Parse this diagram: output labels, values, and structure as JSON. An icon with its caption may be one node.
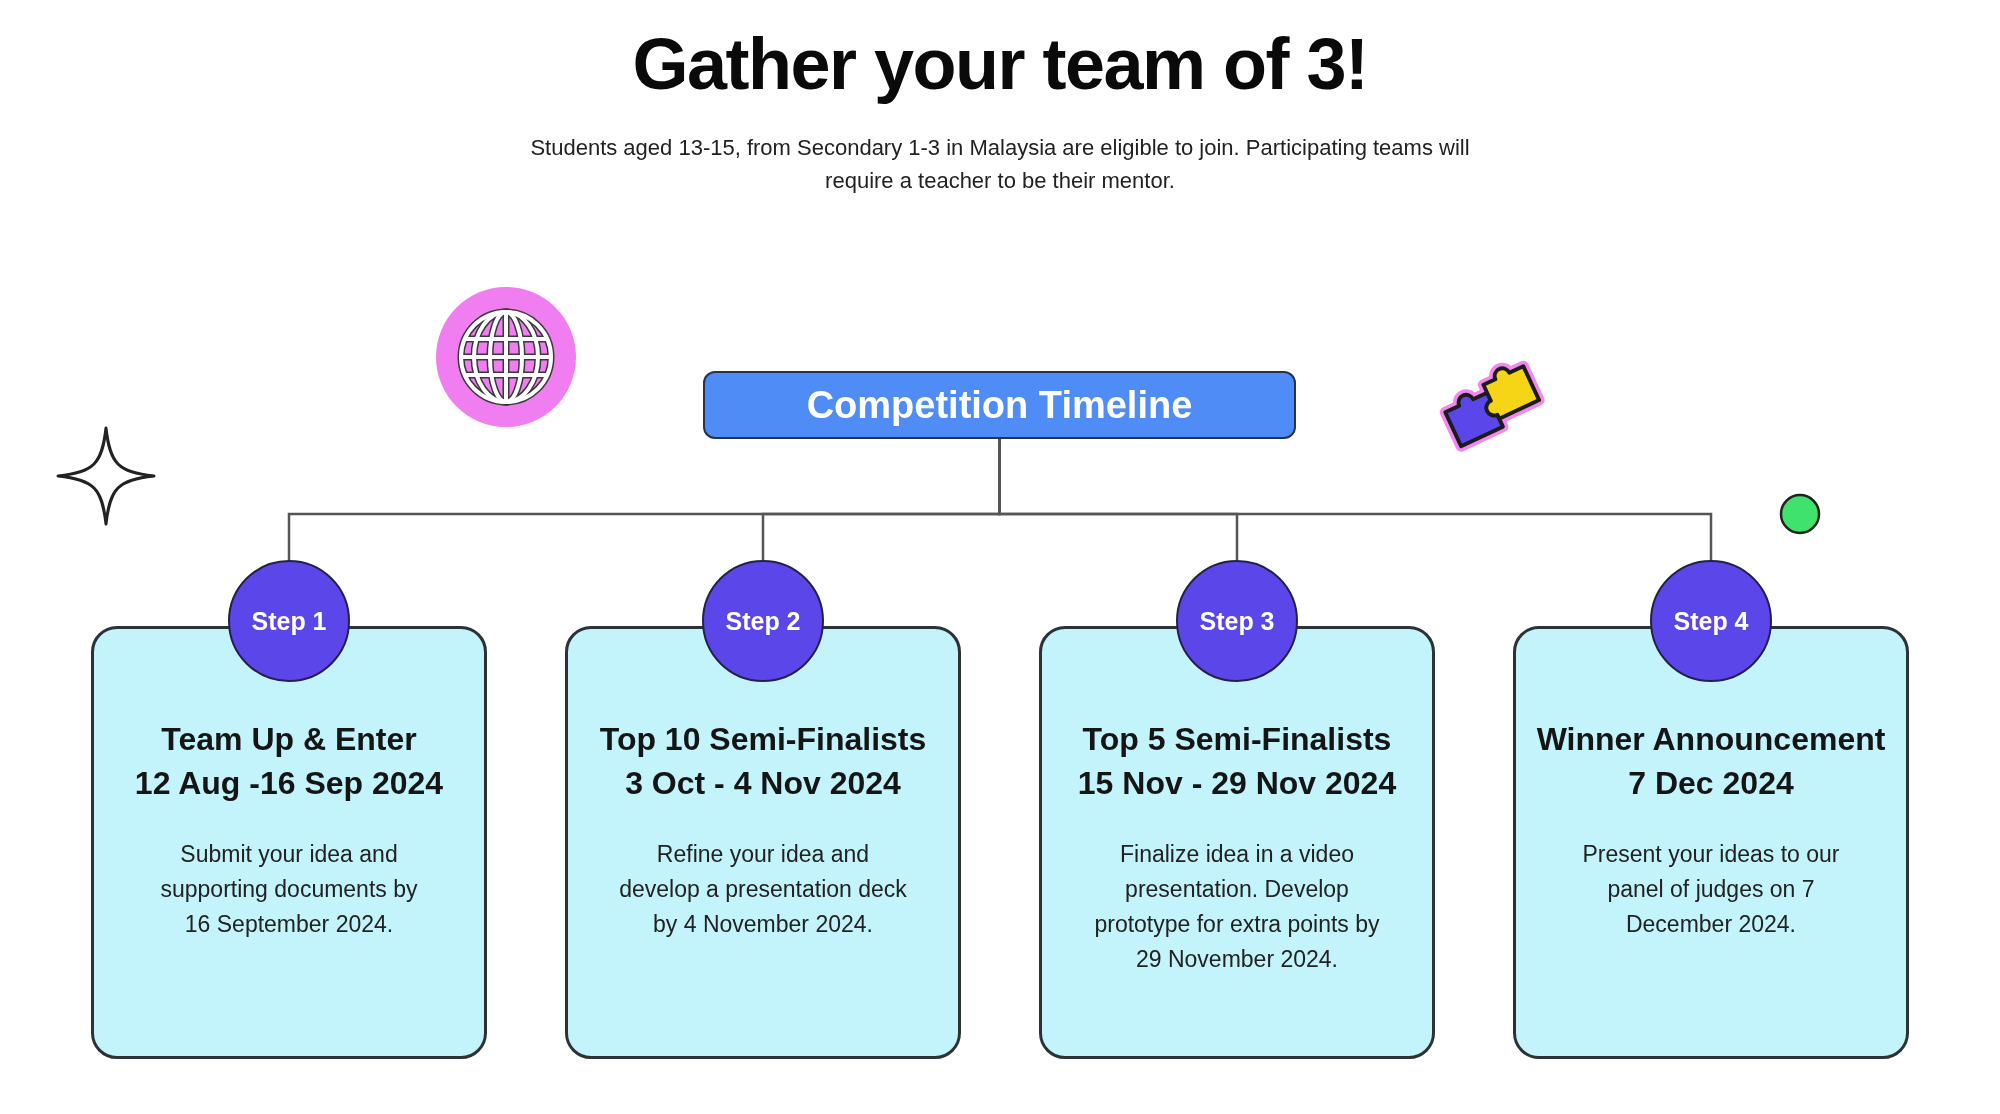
{
  "diagram": {
    "title": "Gather your team of 3!",
    "nodes": [
      {
        "text": [
          "Competition Timeline"
        ]
      },
      {
        "text": [
          "Step 1"
        ]
      },
      {
        "text": [
          "Team Up & Enter",
          "12 Aug -16 Sep 2024",
          "Submit your idea and supporting documents by 16 September 2024."
        ]
      },
      {
        "text": [
          "Step 2"
        ]
      },
      {
        "text": [
          "Top 10 Semi-Finalists",
          "3 Oct - 4 Nov 2024",
          "Refine your idea and develop a presentation deck by 4 November 2024."
        ]
      },
      {
        "text": [
          "Step 3"
        ]
      },
      {
        "text": [
          "Top 5 Semi-Finalists",
          "15 Nov - 29 Nov 2024",
          "Finalize idea in a video presentation. Develop prototype for extra points by 29 November 2024."
        ]
      },
      {
        "text": [
          "Step 4"
        ]
      },
      {
        "text": [
          "Winner Announcement",
          "7 Dec 2024",
          "Present your ideas to our panel of judges on 7 December 2024."
        ]
      }
    ],
    "edges": [
      {
        "from": 0,
        "to": 1,
        "arrow": "none"
      },
      {
        "from": 0,
        "to": 3,
        "arrow": "none"
      },
      {
        "from": 0,
        "to": 5,
        "arrow": "none"
      },
      {
        "from": 0,
        "to": 7,
        "arrow": "none"
      }
    ],
    "labels": [
      "Students aged 13-15, from Secondary 1-3 in Malaysia are eligible to join. Participating teams will require a teacher to be their mentor."
    ]
  }
}
